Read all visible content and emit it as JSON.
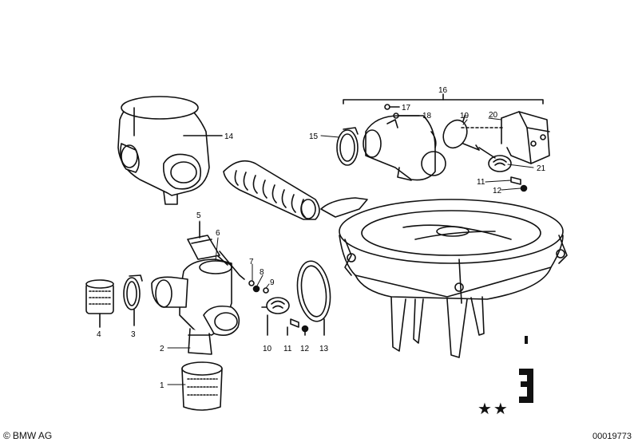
{
  "diagram": {
    "callouts": [
      {
        "id": "c1",
        "text": "1"
      },
      {
        "id": "c2",
        "text": "2"
      },
      {
        "id": "c3",
        "text": "3"
      },
      {
        "id": "c4",
        "text": "4"
      },
      {
        "id": "c5",
        "text": "5"
      },
      {
        "id": "c6",
        "text": "6"
      },
      {
        "id": "c7",
        "text": "7"
      },
      {
        "id": "c8",
        "text": "8"
      },
      {
        "id": "c9",
        "text": "9"
      },
      {
        "id": "c10",
        "text": "10"
      },
      {
        "id": "c11a",
        "text": "11"
      },
      {
        "id": "c12a",
        "text": "12"
      },
      {
        "id": "c13",
        "text": "13"
      },
      {
        "id": "c14",
        "text": "14"
      },
      {
        "id": "c15",
        "text": "15"
      },
      {
        "id": "c16",
        "text": "16"
      },
      {
        "id": "c17",
        "text": "17"
      },
      {
        "id": "c18",
        "text": "18"
      },
      {
        "id": "c19",
        "text": "19"
      },
      {
        "id": "c20",
        "text": "20"
      },
      {
        "id": "c21",
        "text": "21"
      },
      {
        "id": "c11b",
        "text": "11"
      },
      {
        "id": "c12b",
        "text": "12"
      }
    ],
    "stars": "★★"
  },
  "footer": {
    "brand": "BMW AG",
    "copyright_symbol": "©",
    "diagram_number": "00019773"
  }
}
